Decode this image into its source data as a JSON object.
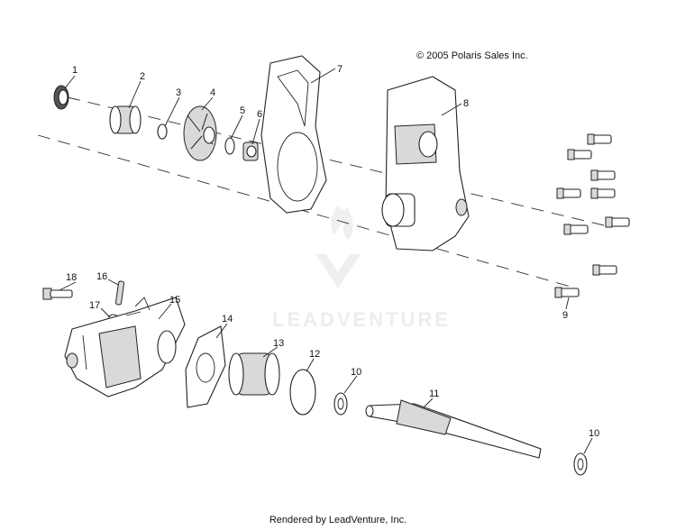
{
  "copyright": "© 2005 Polaris Sales Inc.",
  "footer": "Rendered by LeadVenture, Inc.",
  "watermark": "LEADVENTURE",
  "callouts": [
    "1",
    "2",
    "3",
    "4",
    "5",
    "6",
    "7",
    "8",
    "9",
    "10",
    "11",
    "12",
    "13",
    "14",
    "15",
    "16",
    "17",
    "18",
    "10"
  ]
}
